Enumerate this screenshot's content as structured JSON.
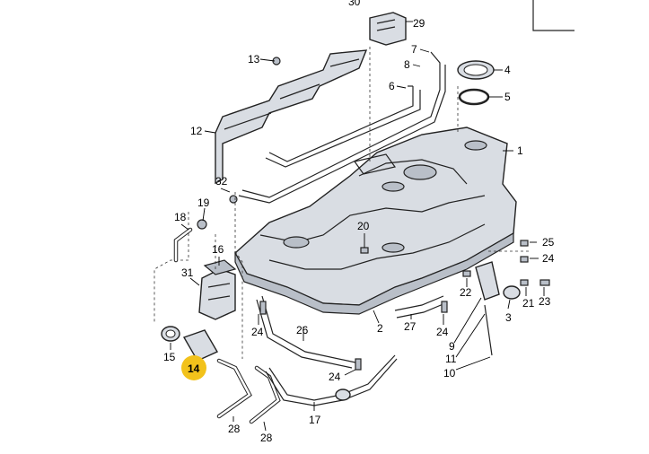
{
  "callouts": {
    "c30": "30",
    "c29": "29",
    "c13": "13",
    "c7": "7",
    "c8": "8",
    "c4": "4",
    "c6": "6",
    "c5": "5",
    "c12": "12",
    "c1": "1",
    "c32": "32",
    "c19": "19",
    "c18": "18",
    "c20": "20",
    "c25": "25",
    "c16": "16",
    "c24a": "24",
    "c31": "31",
    "c22": "22",
    "c21": "21",
    "c23": "23",
    "c3": "3",
    "c24b": "24",
    "c2": "2",
    "c27": "27",
    "c24c": "24",
    "c26": "26",
    "c9": "9",
    "c15": "15",
    "c11": "11",
    "c14": "14",
    "c24d": "24",
    "c10": "10",
    "c17": "17",
    "c28a": "28",
    "c28b": "28"
  },
  "highlight_color": "#f2c21b"
}
